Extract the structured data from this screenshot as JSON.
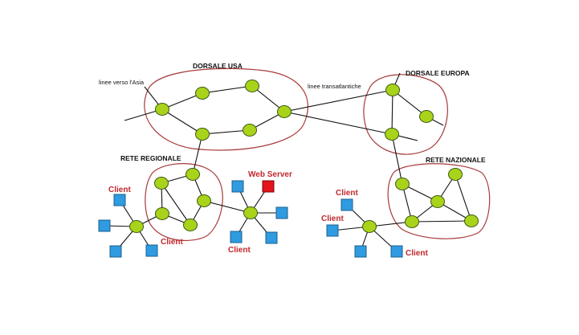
{
  "labels": {
    "dorsale_usa": "DORSALE USA",
    "dorsale_europa": "DORSALE EUROPA",
    "linee_asia": "linee verso l'Asia",
    "linee_transatlantiche": "linee transatlantiche",
    "rete_regionale": "RETE REGIONALE",
    "rete_nazionale": "RETE NAZIONALE",
    "web_server": "Web Server",
    "client": "Client"
  },
  "colors": {
    "router": "#a9d31a",
    "client": "#2f9be0",
    "server": "#e3141a",
    "region_outline": "#a83a3a",
    "link": "#111111",
    "red_text": "#c0282d"
  },
  "icons": {
    "router": "router-node-icon",
    "client": "client-computer-icon",
    "server": "web-server-icon"
  }
}
